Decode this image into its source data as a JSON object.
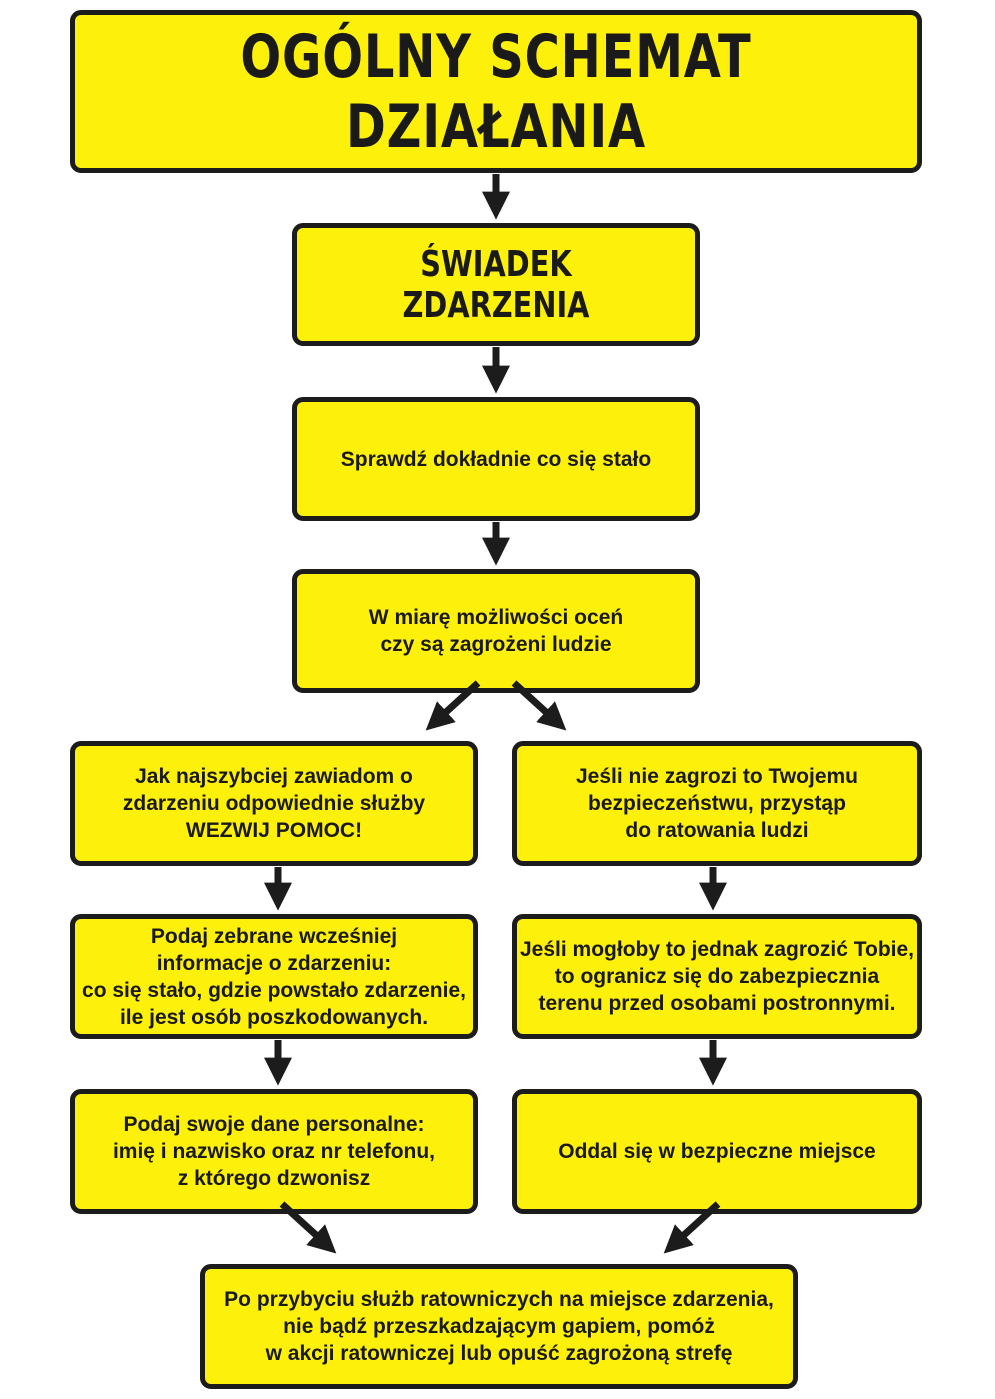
{
  "title": "OGÓLNY SCHEMAT DZIAŁANIA",
  "witness": "ŚWIADEK ZDARZENIA",
  "steps": {
    "check": "Sprawdź dokładnie co się stało",
    "assess": "W miarę możliwości oceń\nczy są zagrożeni ludzie",
    "call_help": "Jak najszybciej zawiadom o\nzdarzeniu odpowiednie służby\nWEZWIJ POMOC!",
    "rescue": "Jeśli nie zagrozi to Twojemu\nbezpieczeństwu, przystąp\ndo ratowania ludzi",
    "give_info": "Podaj zebrane wcześniej\ninformacje o zdarzeniu:\nco się stało, gdzie powstało zdarzenie,\nile jest osób poszkodowanych.",
    "secure_area": "Jeśli mogłoby to jednak zagrozić Tobie,\nto ogranicz się do zabezpiecznia\nterenu przed osobami postronnymi.",
    "personal_data": "Podaj swoje dane personalne:\nimię i nazwisko oraz nr telefonu,\nz którego dzwonisz",
    "safe_place": "Oddal się w bezpieczne miejsce",
    "final": "Po przybyciu służb ratowniczych na miejsce zdarzenia,\nnie bądź przeszkadzającym gapiem, pomóż\nw akcji ratowniczej lub opuść zagrożoną strefę"
  },
  "colors": {
    "box_fill": "#fdf00a",
    "border": "#1c1c1c",
    "arrow": "#1c1c1c"
  }
}
